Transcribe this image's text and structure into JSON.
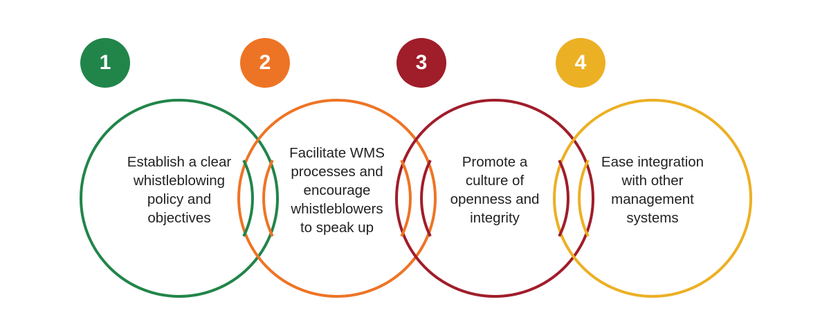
{
  "steps": [
    {
      "number": "1",
      "color": "#21854a",
      "text": "Establish a clear\nwhistleblowing\npolicy and\nobjectives"
    },
    {
      "number": "2",
      "color": "#ee7425",
      "text": "Facilitate WMS\nprocesses and\nencourage\nwhistleblowers\nto speak up"
    },
    {
      "number": "3",
      "color": "#a01d2a",
      "text": "Promote a\nculture of\nopenness and\nintegrity"
    },
    {
      "number": "4",
      "color": "#ecb024",
      "text": "Ease integration\nwith other\nmanagement\nsystems"
    }
  ]
}
